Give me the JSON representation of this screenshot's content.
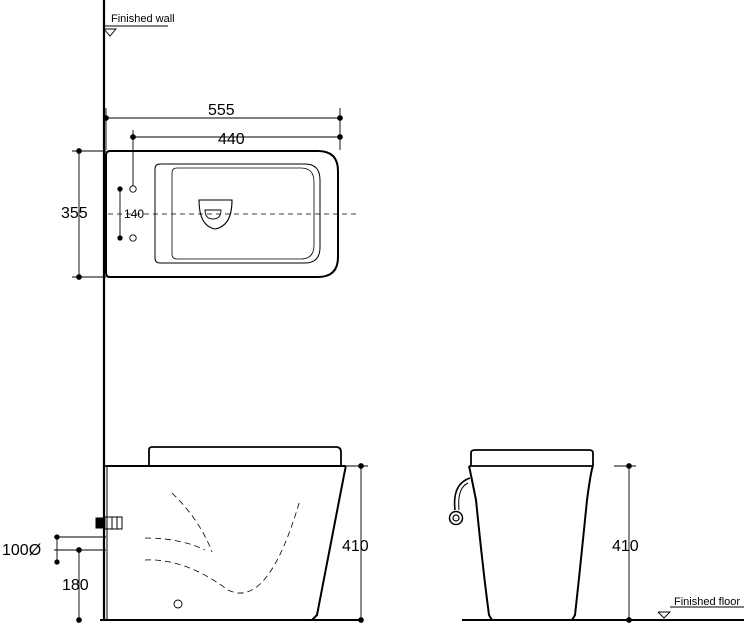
{
  "labels": {
    "finished_wall": "Finished wall",
    "finished_floor": "Finished floor"
  },
  "dimensions": {
    "overall_length": "555",
    "seat_length": "440",
    "width": "355",
    "fixing_hole_spacing": "140",
    "height_side": "410",
    "height_front": "410",
    "inlet_pipe": "100Ø",
    "outlet_height": "180"
  }
}
